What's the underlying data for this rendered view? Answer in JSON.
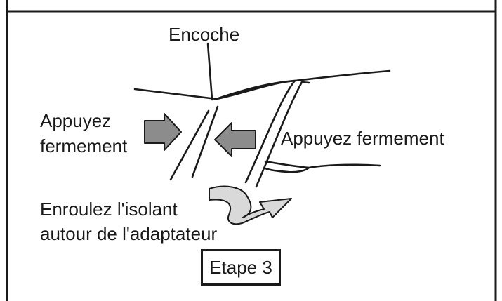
{
  "labels": {
    "notch": "Encoche",
    "press_left_line1": "Appuyez",
    "press_left_line2": "fermement",
    "press_right": "Appuyez fermement",
    "wrap_line1": "Enroulez l'isolant",
    "wrap_line2": "autour de l'adaptateur"
  },
  "step": "Etape 3",
  "colors": {
    "line": "#1a1a1a",
    "arrow_fill": "#8c8c8c",
    "wrap_arrow_fill": "#d9d9d9",
    "background": "#ffffff"
  }
}
